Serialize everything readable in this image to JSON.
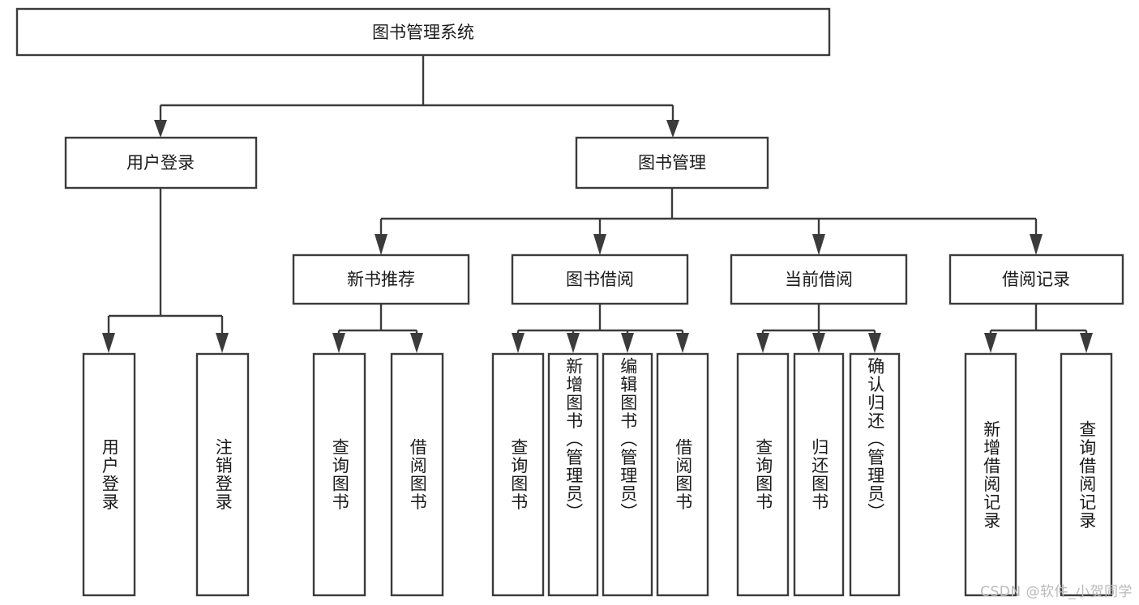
{
  "diagram": {
    "type": "tree",
    "title": "图书管理系统",
    "watermark": "CSDN @软件_小贺同学",
    "colors": {
      "stroke": "#3b3b3b",
      "fill": "#ffffff",
      "text": "#1a1a1a",
      "watermark": "#b9b9b9",
      "background": "#ffffff"
    },
    "root": {
      "label": "图书管理系统"
    },
    "level2": [
      {
        "label": "用户登录"
      },
      {
        "label": "图书管理"
      }
    ],
    "level3": [
      {
        "label": "新书推荐"
      },
      {
        "label": "图书借阅"
      },
      {
        "label": "当前借阅"
      },
      {
        "label": "借阅记录"
      }
    ],
    "leaves": {
      "user_login": [
        {
          "label": "用户登录"
        },
        {
          "label": "注销登录"
        }
      ],
      "new_book_recommend": [
        {
          "label": "查询图书"
        },
        {
          "label": "借阅图书"
        }
      ],
      "book_borrow": [
        {
          "label": "查询图书"
        },
        {
          "label": "新增图书（管理员）"
        },
        {
          "label": "编辑图书（管理员）"
        },
        {
          "label": "借阅图书"
        }
      ],
      "current_borrow": [
        {
          "label": "查询图书"
        },
        {
          "label": "归还图书"
        },
        {
          "label": "确认归还（管理员）"
        }
      ],
      "borrow_record": [
        {
          "label": "新增借阅记录"
        },
        {
          "label": "查询借阅记录"
        }
      ]
    }
  }
}
